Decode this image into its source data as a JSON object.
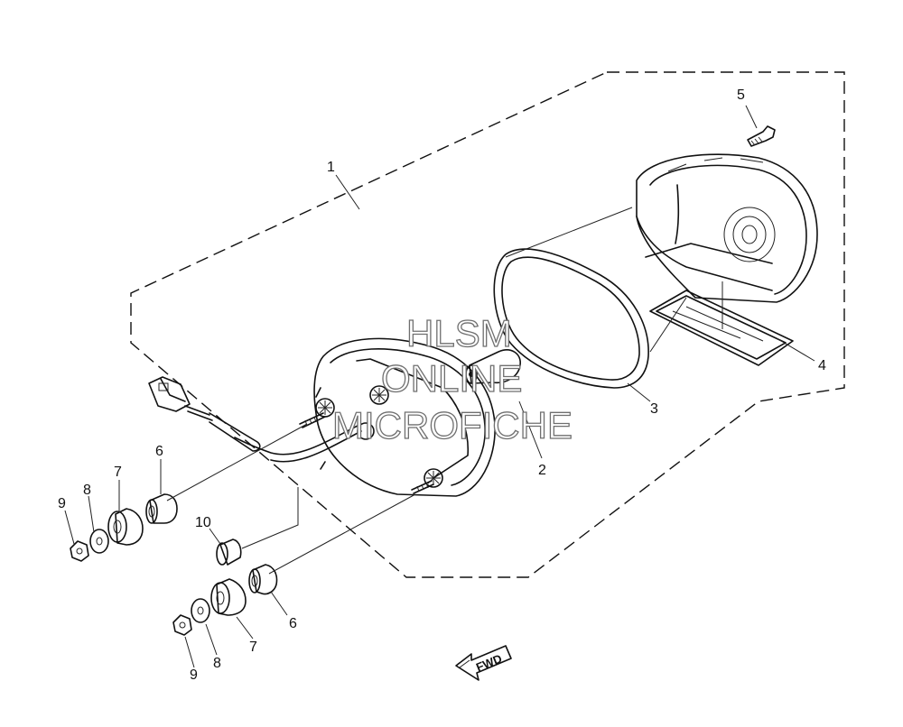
{
  "callouts": [
    {
      "id": "c1",
      "label": "1"
    },
    {
      "id": "c2",
      "label": "2"
    },
    {
      "id": "c3",
      "label": "3"
    },
    {
      "id": "c4",
      "label": "4"
    },
    {
      "id": "c5",
      "label": "5"
    },
    {
      "id": "c6a",
      "label": "6"
    },
    {
      "id": "c6b",
      "label": "6"
    },
    {
      "id": "c7a",
      "label": "7"
    },
    {
      "id": "c7b",
      "label": "7"
    },
    {
      "id": "c8a",
      "label": "8"
    },
    {
      "id": "c8b",
      "label": "8"
    },
    {
      "id": "c9a",
      "label": "9"
    },
    {
      "id": "c9b",
      "label": "9"
    },
    {
      "id": "c10",
      "label": "10"
    }
  ],
  "watermark": {
    "line1": "HLSM",
    "line2": "ONLINE",
    "line3": "MICROFICHE"
  },
  "direction_marker": {
    "label": "FWD"
  }
}
